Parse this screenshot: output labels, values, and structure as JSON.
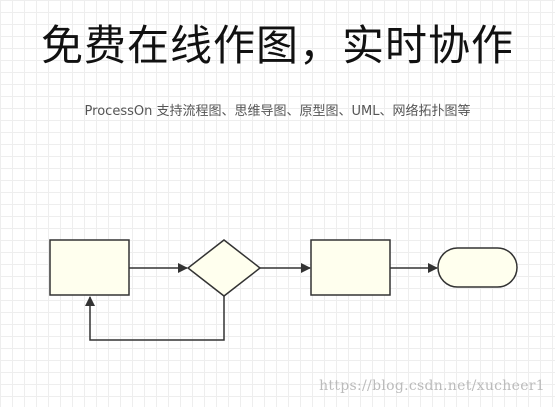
{
  "hero": {
    "title": "免费在线作图，实时协作",
    "subtitle": "ProcessOn 支持流程图、思维导图、原型图、UML、网络拓扑图等"
  },
  "diagram": {
    "fill_color": "#ffffee",
    "stroke_color": "#333333",
    "shapes": [
      "process-box",
      "decision-diamond",
      "process-box",
      "terminator"
    ]
  },
  "watermark": {
    "text": "https://blog.csdn.net/xucheer1"
  }
}
